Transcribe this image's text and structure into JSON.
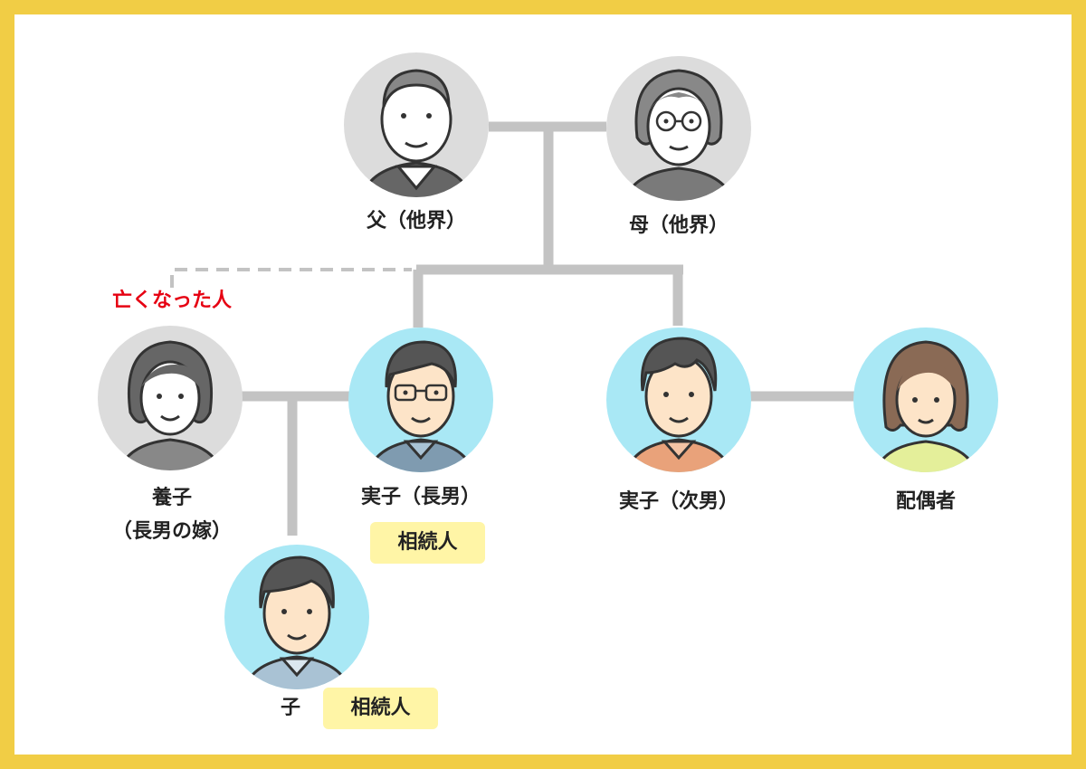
{
  "people": {
    "father": {
      "name": "父（他界）",
      "icon": "elderly-man-icon"
    },
    "mother": {
      "name": "母（他界）",
      "icon": "elderly-woman-icon"
    },
    "adopted": {
      "name_line1": "養子",
      "name_line2": "（長男の嫁）",
      "status": "亡くなった人",
      "icon": "woman-icon"
    },
    "eldest_son": {
      "name": "実子（長男）",
      "badge": "相続人",
      "icon": "man-glasses-icon"
    },
    "second_son": {
      "name": "実子（次男）",
      "icon": "man-icon"
    },
    "spouse": {
      "name": "配偶者",
      "icon": "woman-icon"
    },
    "child": {
      "name": "子",
      "badge": "相続人",
      "icon": "young-man-icon"
    }
  },
  "colors": {
    "frame": "#f1cd45",
    "line": "#c3c3c3",
    "deceased_bg": "#dcdcdc",
    "living_bg": "#a9e8f5",
    "badge_bg": "#fff5a6",
    "deceased_text": "#e60012"
  }
}
